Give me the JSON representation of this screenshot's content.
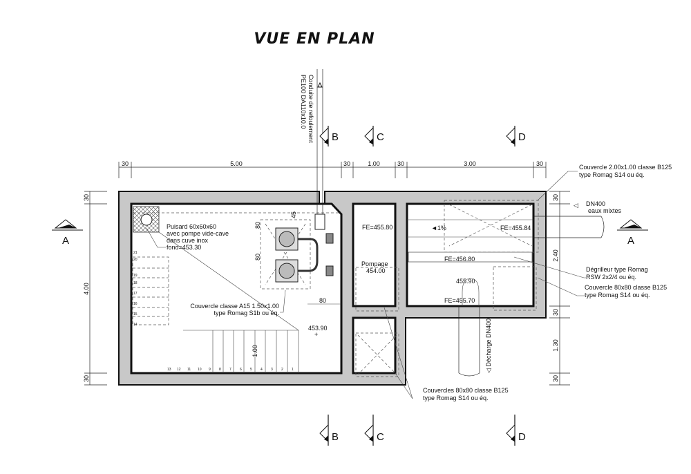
{
  "title": "VUE EN PLAN",
  "pipe_label": {
    "line1": "Conduite de refoulement",
    "line2": "PE100 DA110x10.0"
  },
  "sections": {
    "a": "A",
    "b": "B",
    "c": "C",
    "d": "D"
  },
  "dimensions": {
    "top": [
      "30",
      "5.00",
      "30",
      "1.00",
      "30",
      "3.00",
      "30"
    ],
    "left": [
      "30",
      "4.00",
      "30"
    ],
    "right": [
      "30",
      "2.40",
      "30",
      "1.30",
      "30"
    ],
    "inner": {
      "d80a": "80",
      "d80b": "80",
      "d45": "45",
      "d80c": "80",
      "d100": "1.00"
    }
  },
  "annotations": {
    "puisard": [
      "Puisard 60x60x60",
      "avec pompe vide-cave",
      "dans cuve inox",
      "fond=453.30"
    ],
    "couvercle_a15": [
      "Couvercle classe A15 1.50x1.00",
      "type Romag S1b ou éq."
    ],
    "level_453": "453.90",
    "fe_455_80": "FE=455.80",
    "pompage": [
      "Pompage",
      "454.00"
    ],
    "slope": "◄1%",
    "fe_455_84": "FE=455.84",
    "fe_456_80": "FE=456.80",
    "level_455_90": "455.90",
    "fe_455_70": "FE=455.70",
    "couvercle_200": [
      "Couvercle 2.00x1.00 classe B125",
      "type Romag S14 ou éq."
    ],
    "dn400": [
      "DN400",
      "eaux mixtes"
    ],
    "degrilleur": [
      "Dégrilleur type Romag",
      "RSW 2x2/4 ou éq."
    ],
    "couvercle_80": [
      "Couvercle 80x80 classe B125",
      "type Romag S14 ou éq."
    ],
    "decharge": "◁ Décharge DN400",
    "couvercles_80": [
      "Couvercles 80x80 classe B125",
      "type Romag S14 ou éq."
    ]
  },
  "stairs": {
    "bottom": [
      "13",
      "12",
      "11",
      "10",
      "9",
      "8",
      "7",
      "6",
      "5",
      "4",
      "3",
      "2",
      "1"
    ],
    "side": [
      "21",
      "20",
      "19",
      "18",
      "17",
      "16",
      "15",
      "14"
    ]
  }
}
